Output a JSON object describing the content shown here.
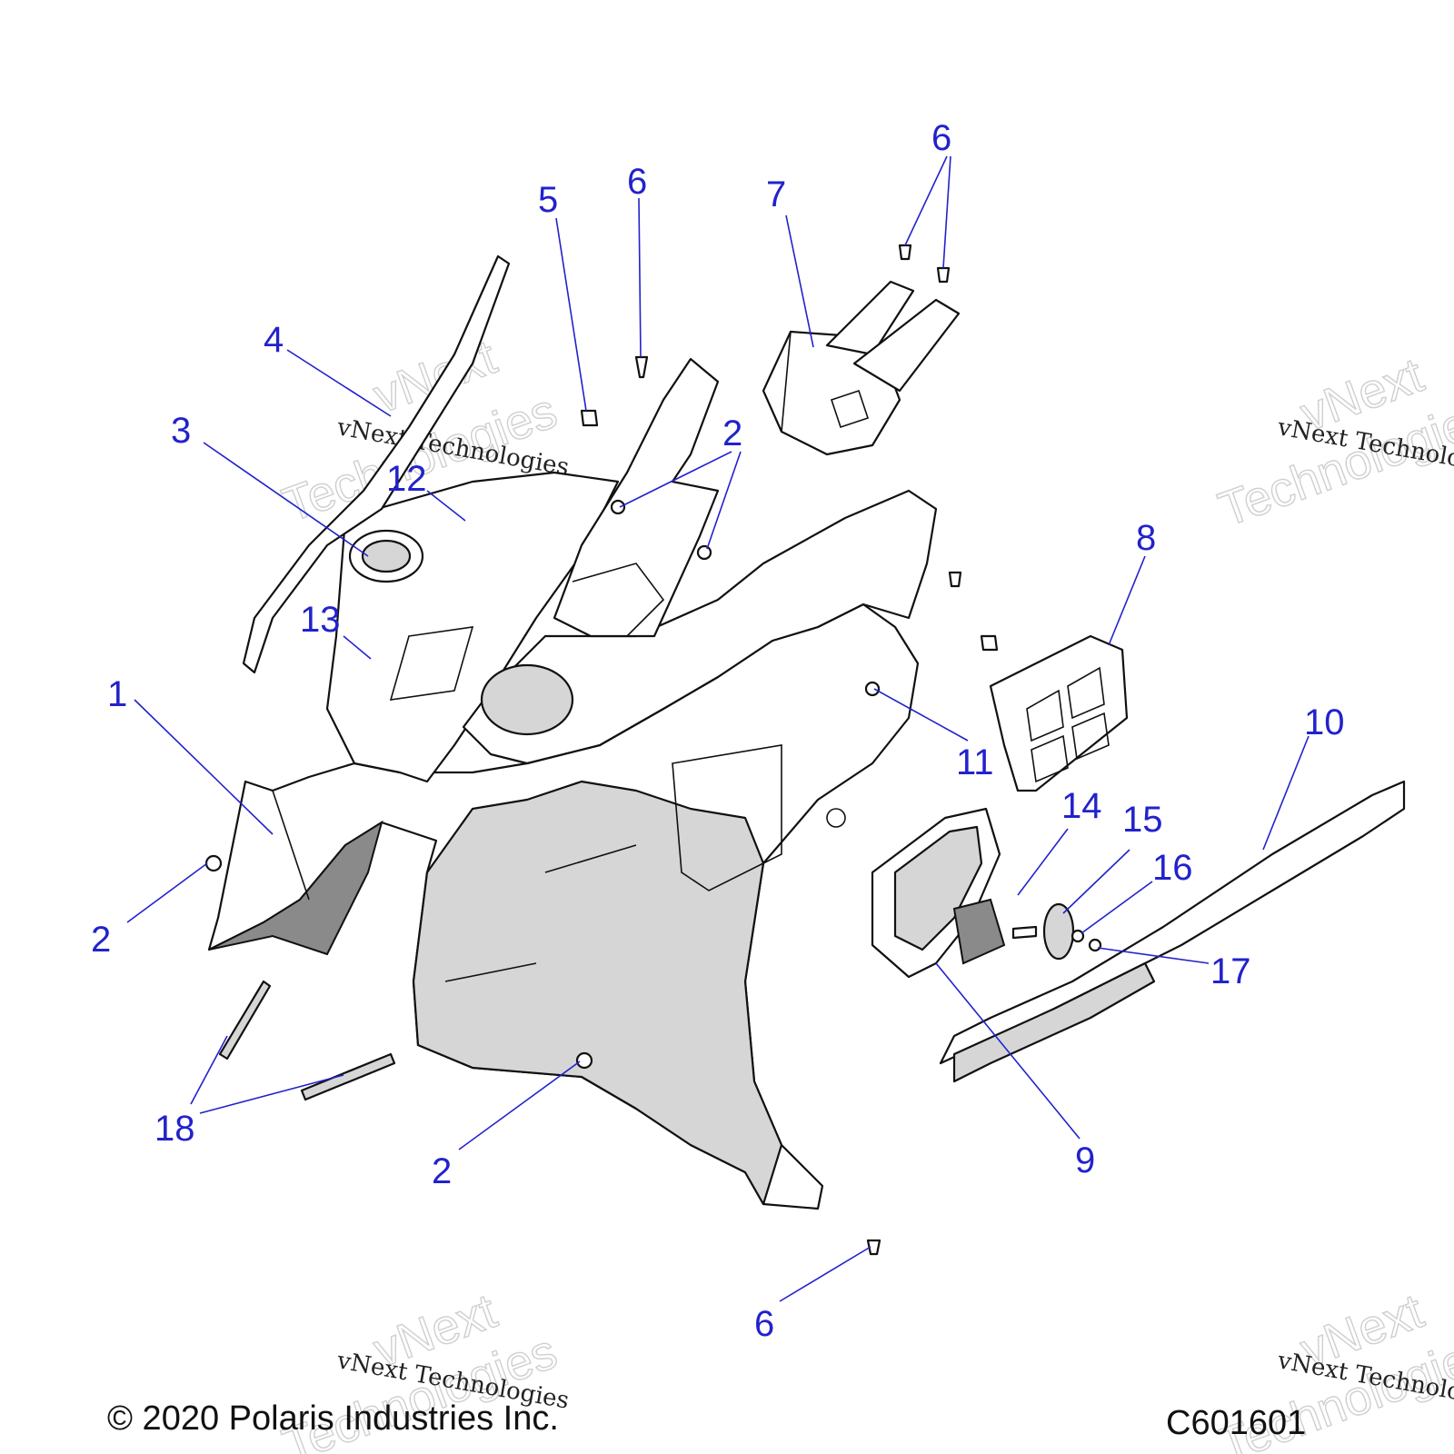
{
  "watermark": {
    "line1": "vNext",
    "line2": "Technologies",
    "small": "vNext Technologies"
  },
  "footer": {
    "copyright": "© 2020 Polaris Industries Inc.",
    "diagram_id": "C601601"
  },
  "callouts": {
    "c1": "1",
    "c2a": "2",
    "c2b": "2",
    "c2c": "2",
    "c2d": "2",
    "c3": "3",
    "c4": "4",
    "c5": "5",
    "c6a": "6",
    "c6b": "6",
    "c6c": "6",
    "c7": "7",
    "c8": "8",
    "c9": "9",
    "c10": "10",
    "c11": "11",
    "c12": "12",
    "c13": "13",
    "c14": "14",
    "c15": "15",
    "c16": "16",
    "c17": "17",
    "c18": "18"
  }
}
